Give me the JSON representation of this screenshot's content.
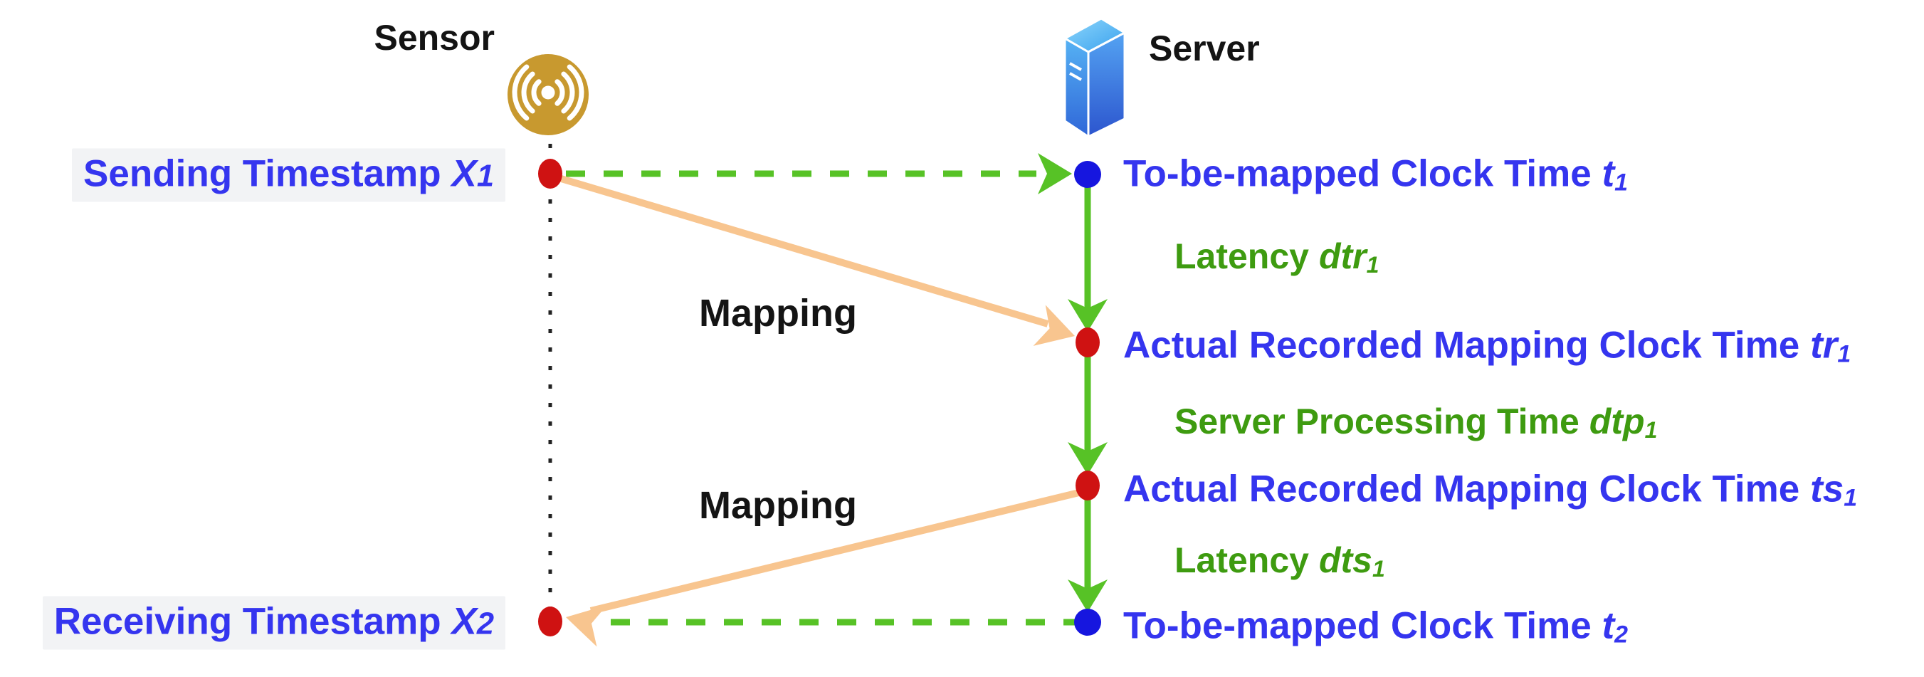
{
  "diagram": {
    "actors": {
      "sensor_title": "Sensor",
      "server_title": "Server"
    },
    "left_labels": [
      {
        "text": "Sending Timestamp",
        "var": "X",
        "sub": "1"
      },
      {
        "text": "Receiving Timestamp",
        "var": "X",
        "sub": "2"
      }
    ],
    "right_labels": [
      {
        "text": "To-be-mapped Clock Time",
        "var": "t",
        "sub": "1"
      },
      {
        "text": "Actual Recorded Mapping Clock Time",
        "var": "tr",
        "sub": "1"
      },
      {
        "text": "Actual Recorded Mapping Clock Time",
        "var": "ts",
        "sub": "1"
      },
      {
        "text": "To-be-mapped Clock Time",
        "var": "t",
        "sub": "2"
      }
    ],
    "green_labels": [
      {
        "text": "Latency",
        "var": "dtr",
        "sub": "1"
      },
      {
        "text": "Server Processing Time",
        "var": "dtp",
        "sub": "1"
      },
      {
        "text": "Latency",
        "var": "dts",
        "sub": "1"
      }
    ],
    "mapping_labels": [
      "Mapping",
      "Mapping"
    ],
    "colors": {
      "blue_text": "#3535ef",
      "green_text": "#3e9b10",
      "arrow_green": "#57c226",
      "mapping_orange": "#f8c58f",
      "red_dot": "#cf1212",
      "blue_dot": "#1616df",
      "sensor_gold": "#c8992f",
      "server_blue_top": "#7fd0fa",
      "server_blue_bottom": "#2c55ce",
      "timeline_black": "#222222",
      "label_highlight": "#f2f3f5"
    }
  }
}
